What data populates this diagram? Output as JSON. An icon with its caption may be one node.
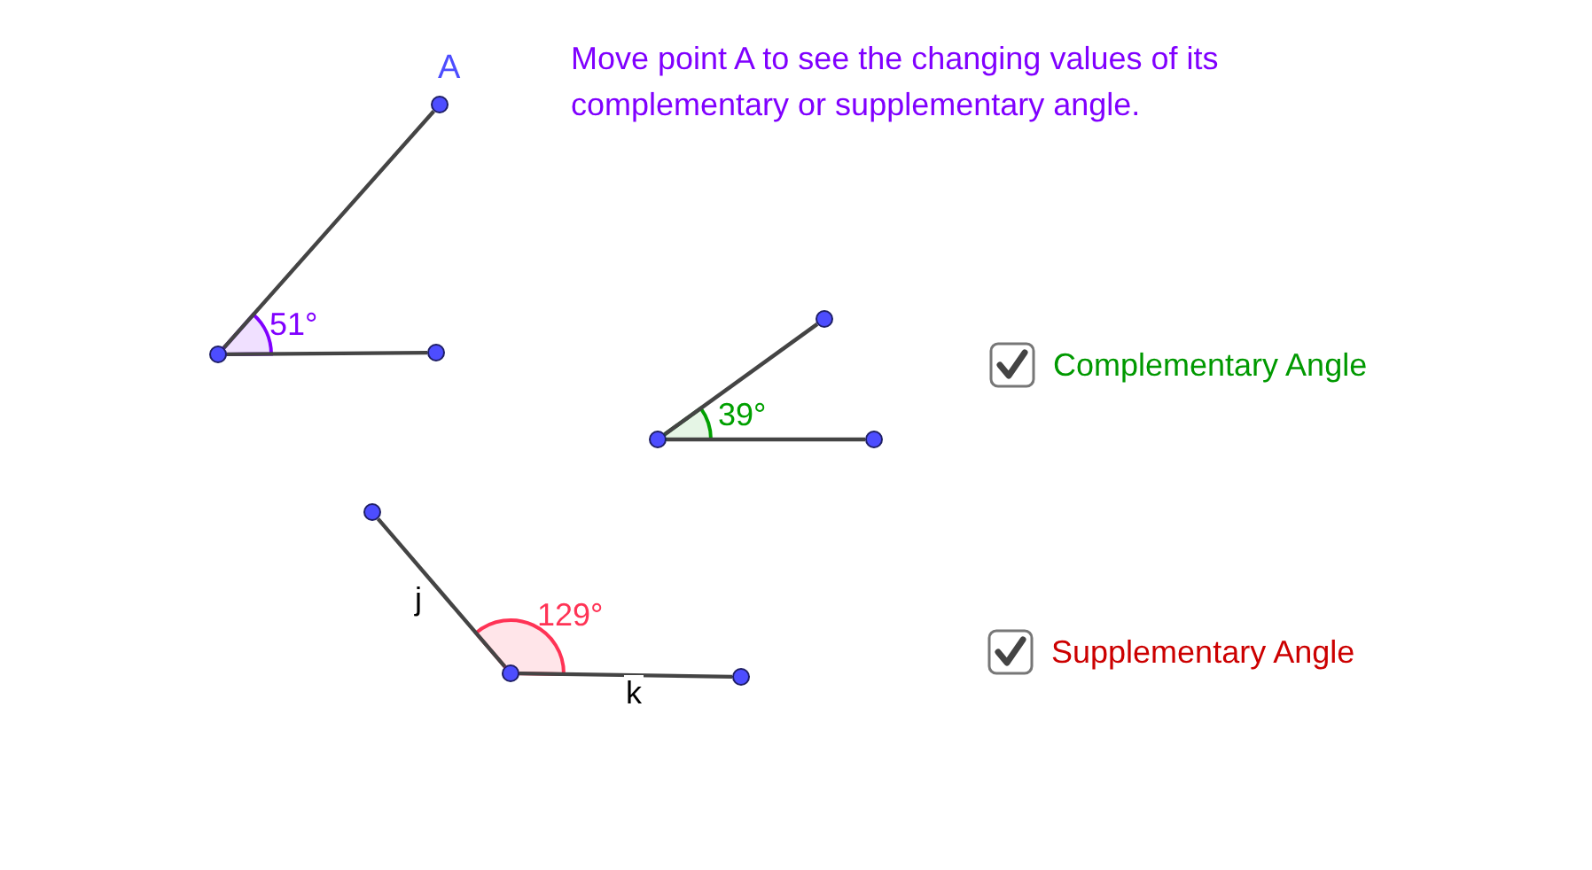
{
  "diagram": {
    "title": "Move point A to see the changing values of its complementary or supplementary angle.",
    "nodes": [
      {
        "text": [],
        "shape": "circle"
      },
      {
        "text": [
          "A"
        ]
      },
      {
        "text": [],
        "shape": "circle"
      },
      {
        "text": [],
        "shape": "circle"
      },
      {
        "text": [],
        "shape": "circle"
      },
      {
        "text": [],
        "shape": "circle"
      },
      {
        "text": [],
        "shape": "circle"
      },
      {
        "text": [],
        "shape": "circle"
      },
      {
        "text": [],
        "shape": "circle"
      }
    ],
    "edges": [
      {
        "from": 0,
        "to": 1,
        "arrow": "none"
      },
      {
        "from": 0,
        "to": 2,
        "arrow": "none"
      },
      {
        "from": 3,
        "to": 4,
        "arrow": "none"
      },
      {
        "from": 3,
        "to": 5,
        "arrow": "none"
      },
      {
        "from": 7,
        "to": 6,
        "arrow": "none",
        "label": "j"
      },
      {
        "from": 7,
        "to": 8,
        "arrow": "none",
        "label": "k"
      }
    ],
    "labels": [
      "51°",
      "39°",
      "129°",
      "Complementary Angle",
      "Supplementary Angle"
    ]
  }
}
